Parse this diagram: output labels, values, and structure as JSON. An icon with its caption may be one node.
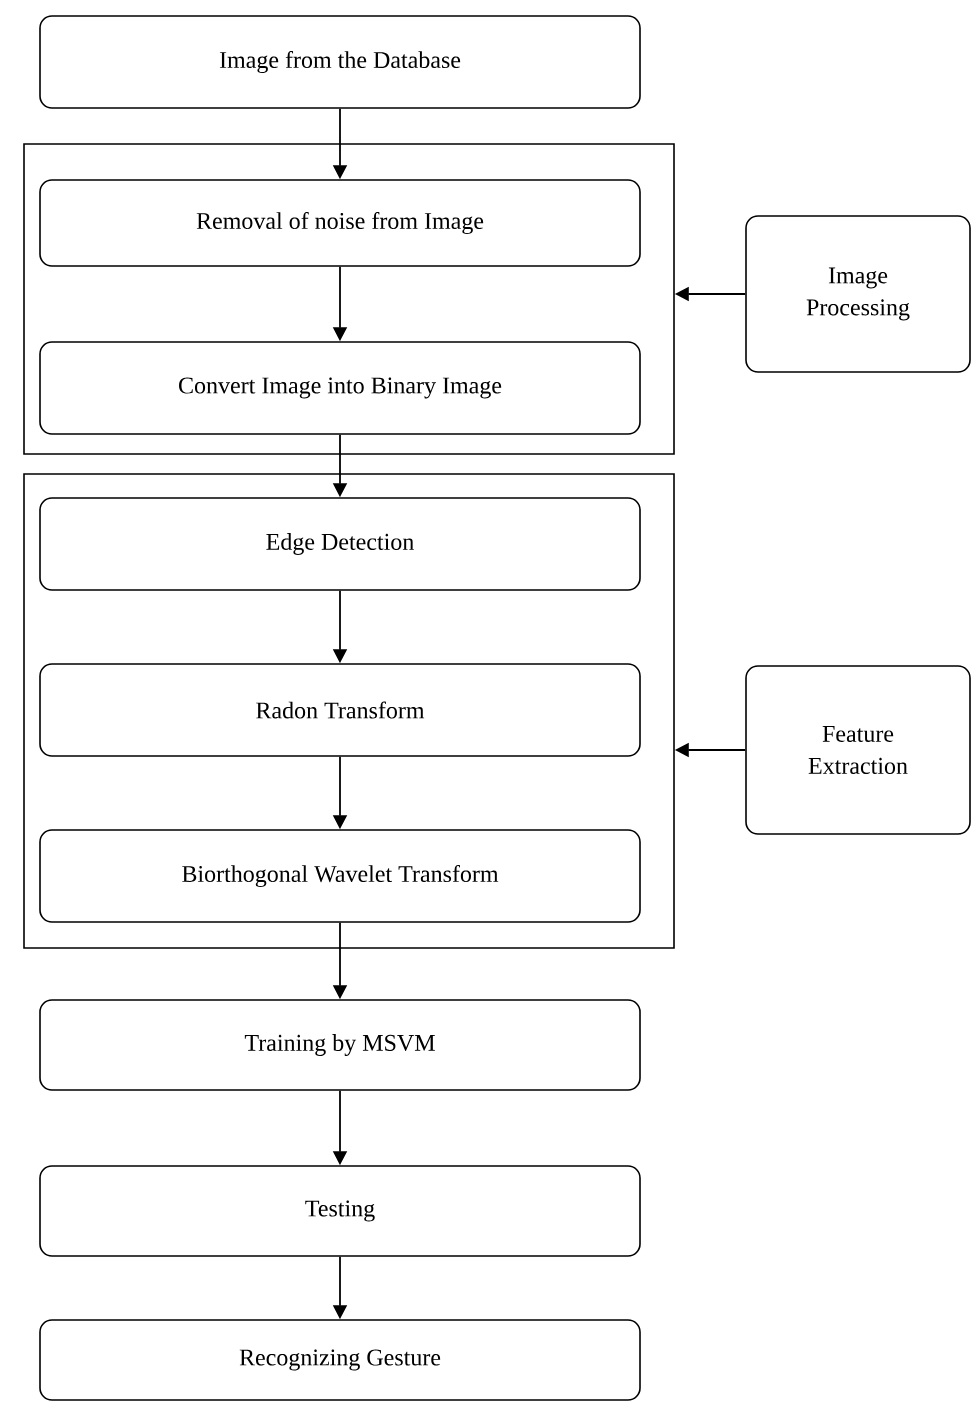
{
  "diagram": {
    "nodes": [
      {
        "text": [
          "Image from the Database"
        ]
      },
      {
        "text": [],
        "shape": "box"
      },
      {
        "text": [
          "Removal of noise from Image"
        ],
        "in": 1
      },
      {
        "text": [
          "Convert Image into Binary Image"
        ],
        "in": 1
      },
      {
        "text": [
          "Image Processing"
        ]
      },
      {
        "text": [],
        "shape": "box"
      },
      {
        "text": [
          "Edge Detection"
        ],
        "in": 5
      },
      {
        "text": [
          "Radon Transform"
        ],
        "in": 5
      },
      {
        "text": [
          "Biorthogonal Wavelet Transform"
        ],
        "in": 5
      },
      {
        "text": [
          "Feature Extraction"
        ]
      },
      {
        "text": [
          "Training by MSVM"
        ]
      },
      {
        "text": [
          "Testing"
        ]
      },
      {
        "text": [
          "Recognizing Gesture"
        ]
      }
    ],
    "edges": [
      {
        "from": 0,
        "to": 2,
        "arrow": "to"
      },
      {
        "from": 2,
        "to": 3,
        "arrow": "to"
      },
      {
        "from": 3,
        "to": 6,
        "arrow": "to"
      },
      {
        "from": 4,
        "to": 1,
        "arrow": "to"
      },
      {
        "from": 6,
        "to": 7,
        "arrow": "to"
      },
      {
        "from": 7,
        "to": 8,
        "arrow": "to"
      },
      {
        "from": 9,
        "to": 5,
        "arrow": "to"
      },
      {
        "from": 8,
        "to": 10,
        "arrow": "to"
      },
      {
        "from": 10,
        "to": 11,
        "arrow": "to"
      },
      {
        "from": 11,
        "to": 12,
        "arrow": "to"
      }
    ]
  }
}
